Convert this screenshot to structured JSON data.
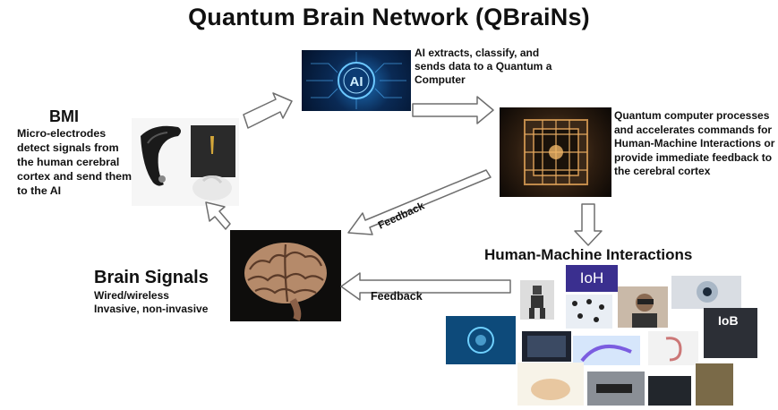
{
  "title": "Quantum Brain Network (QBraiNs)",
  "bmi": {
    "heading": "BMI",
    "text": "Micro-electrodes detect signals from the human cerebral cortex and send them to the AI"
  },
  "ai": {
    "text": "AI extracts, classify, and sends data to a Quantum a Computer",
    "chip_label": "AI"
  },
  "quantum_computer": {
    "text": "Quantum computer processes and accelerates commands for Human-Machine Interactions or provide immediate feedback to the cerebral cortex"
  },
  "human_machine": {
    "heading": "Human-Machine Interactions",
    "tiles": {
      "ioh": "IoH",
      "iob": "IoB"
    }
  },
  "brain_signals": {
    "heading": "Brain Signals",
    "line1": "Wired/wireless",
    "line2": "Invasive, non-invasive"
  },
  "feedback_upper": "Feedback",
  "feedback_lower": "Feedback",
  "colors": {
    "arrow_fill": "#ffffff",
    "arrow_stroke": "#6e6e6e",
    "ai_blue": "#1d6fb8",
    "ioh_tile": "#3a2f8f"
  }
}
